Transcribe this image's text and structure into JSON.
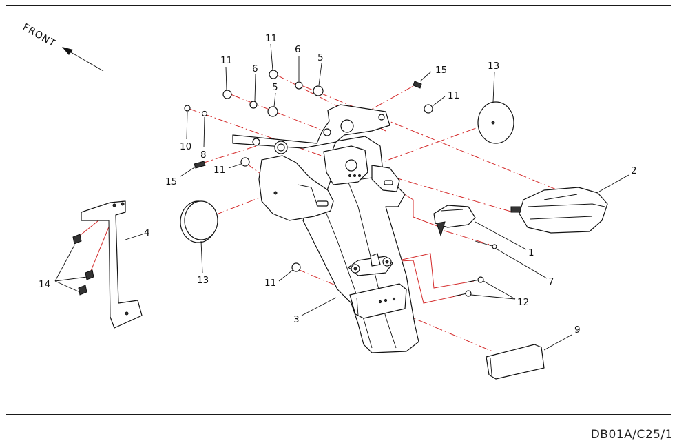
{
  "diagram": {
    "direction_label": "FRONT",
    "drawing_code": "DB01A/C25/1",
    "callouts": [
      {
        "id": "c1",
        "text": "1"
      },
      {
        "id": "c2",
        "text": "2"
      },
      {
        "id": "c3",
        "text": "3"
      },
      {
        "id": "c4",
        "text": "4"
      },
      {
        "id": "c5a",
        "text": "5"
      },
      {
        "id": "c5b",
        "text": "5"
      },
      {
        "id": "c6a",
        "text": "6"
      },
      {
        "id": "c6b",
        "text": "6"
      },
      {
        "id": "c7",
        "text": "7"
      },
      {
        "id": "c8",
        "text": "8"
      },
      {
        "id": "c9",
        "text": "9"
      },
      {
        "id": "c10",
        "text": "10"
      },
      {
        "id": "c11a",
        "text": "11"
      },
      {
        "id": "c11b",
        "text": "11"
      },
      {
        "id": "c11c",
        "text": "11"
      },
      {
        "id": "c11d",
        "text": "11"
      },
      {
        "id": "c11e",
        "text": "11"
      },
      {
        "id": "c12",
        "text": "12"
      },
      {
        "id": "c13a",
        "text": "13"
      },
      {
        "id": "c13b",
        "text": "13"
      },
      {
        "id": "c14",
        "text": "14"
      },
      {
        "id": "c15a",
        "text": "15"
      },
      {
        "id": "c15b",
        "text": "15"
      }
    ]
  }
}
